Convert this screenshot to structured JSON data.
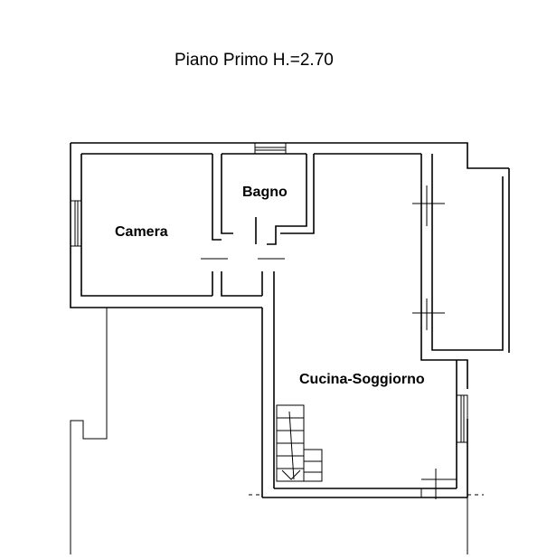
{
  "plan": {
    "title": "Piano Primo H.=2.70",
    "rooms": {
      "camera": "Camera",
      "bagno": "Bagno",
      "cucina_soggiorno": "Cucina-Soggiorno"
    }
  }
}
